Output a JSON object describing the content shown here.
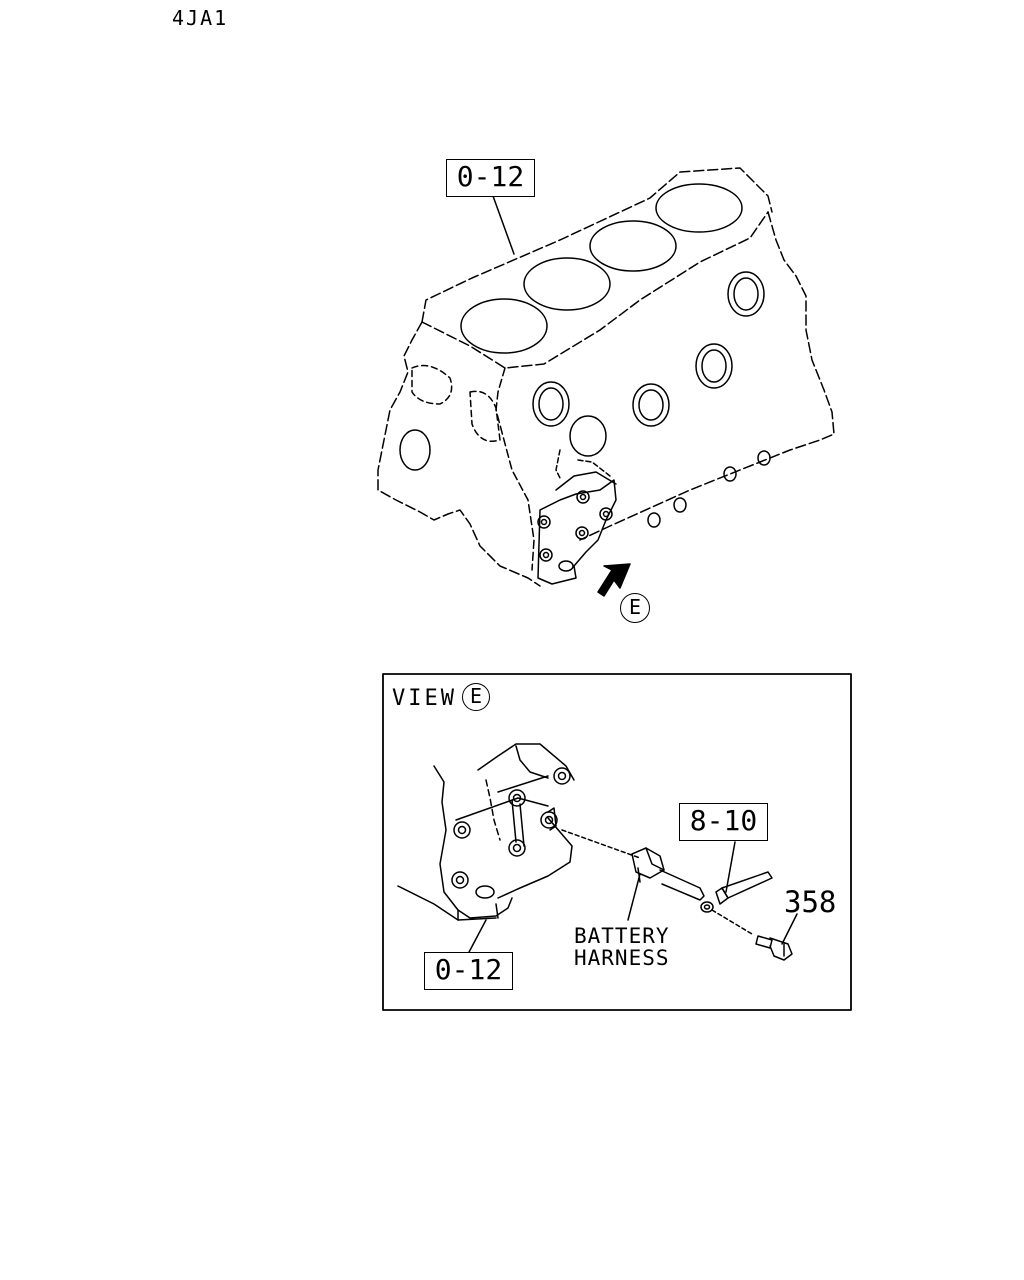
{
  "header": {
    "engine_code": "4JA1"
  },
  "main_view": {
    "part_callout": "0-12",
    "view_marker": "E"
  },
  "detail_view": {
    "title": "VIEW",
    "title_marker": "E",
    "block_callout": "0-12",
    "stud_callout": "8-10",
    "bolt_callout": "358",
    "harness_label_line1": "BATTERY",
    "harness_label_line2": "HARNESS"
  }
}
